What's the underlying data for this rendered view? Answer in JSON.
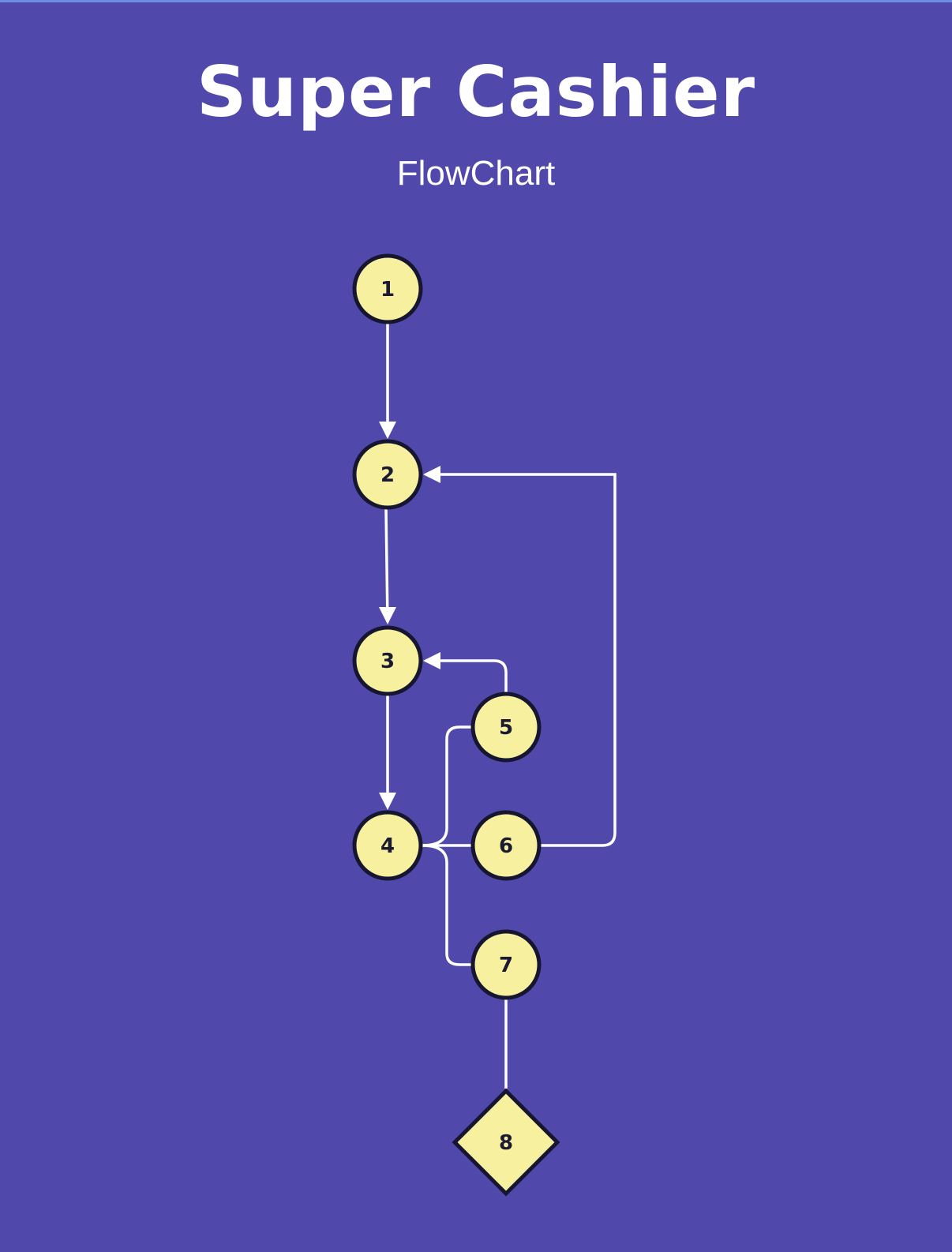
{
  "header": {
    "title": "Super Cashier",
    "subtitle": "FlowChart"
  },
  "colors": {
    "background": "#5049ab",
    "node_fill": "#f7f19f",
    "node_stroke": "#171630",
    "edge": "#ffffff",
    "text": "#ffffff"
  },
  "nodes": [
    {
      "id": "1",
      "label": "1",
      "shape": "circle"
    },
    {
      "id": "2",
      "label": "2",
      "shape": "circle"
    },
    {
      "id": "3",
      "label": "3",
      "shape": "circle"
    },
    {
      "id": "4",
      "label": "4",
      "shape": "circle"
    },
    {
      "id": "5",
      "label": "5",
      "shape": "circle"
    },
    {
      "id": "6",
      "label": "6",
      "shape": "circle"
    },
    {
      "id": "7",
      "label": "7",
      "shape": "circle"
    },
    {
      "id": "8",
      "label": "8",
      "shape": "diamond"
    }
  ],
  "edges": [
    {
      "from": "1",
      "to": "2",
      "arrow": true
    },
    {
      "from": "2",
      "to": "3",
      "arrow": true
    },
    {
      "from": "3",
      "to": "4",
      "arrow": true
    },
    {
      "from": "4",
      "to": "5",
      "arrow": false
    },
    {
      "from": "4",
      "to": "6",
      "arrow": false
    },
    {
      "from": "4",
      "to": "7",
      "arrow": false
    },
    {
      "from": "5",
      "to": "3",
      "arrow": true
    },
    {
      "from": "6",
      "to": "2",
      "arrow": true
    },
    {
      "from": "7",
      "to": "8",
      "arrow": false
    }
  ]
}
